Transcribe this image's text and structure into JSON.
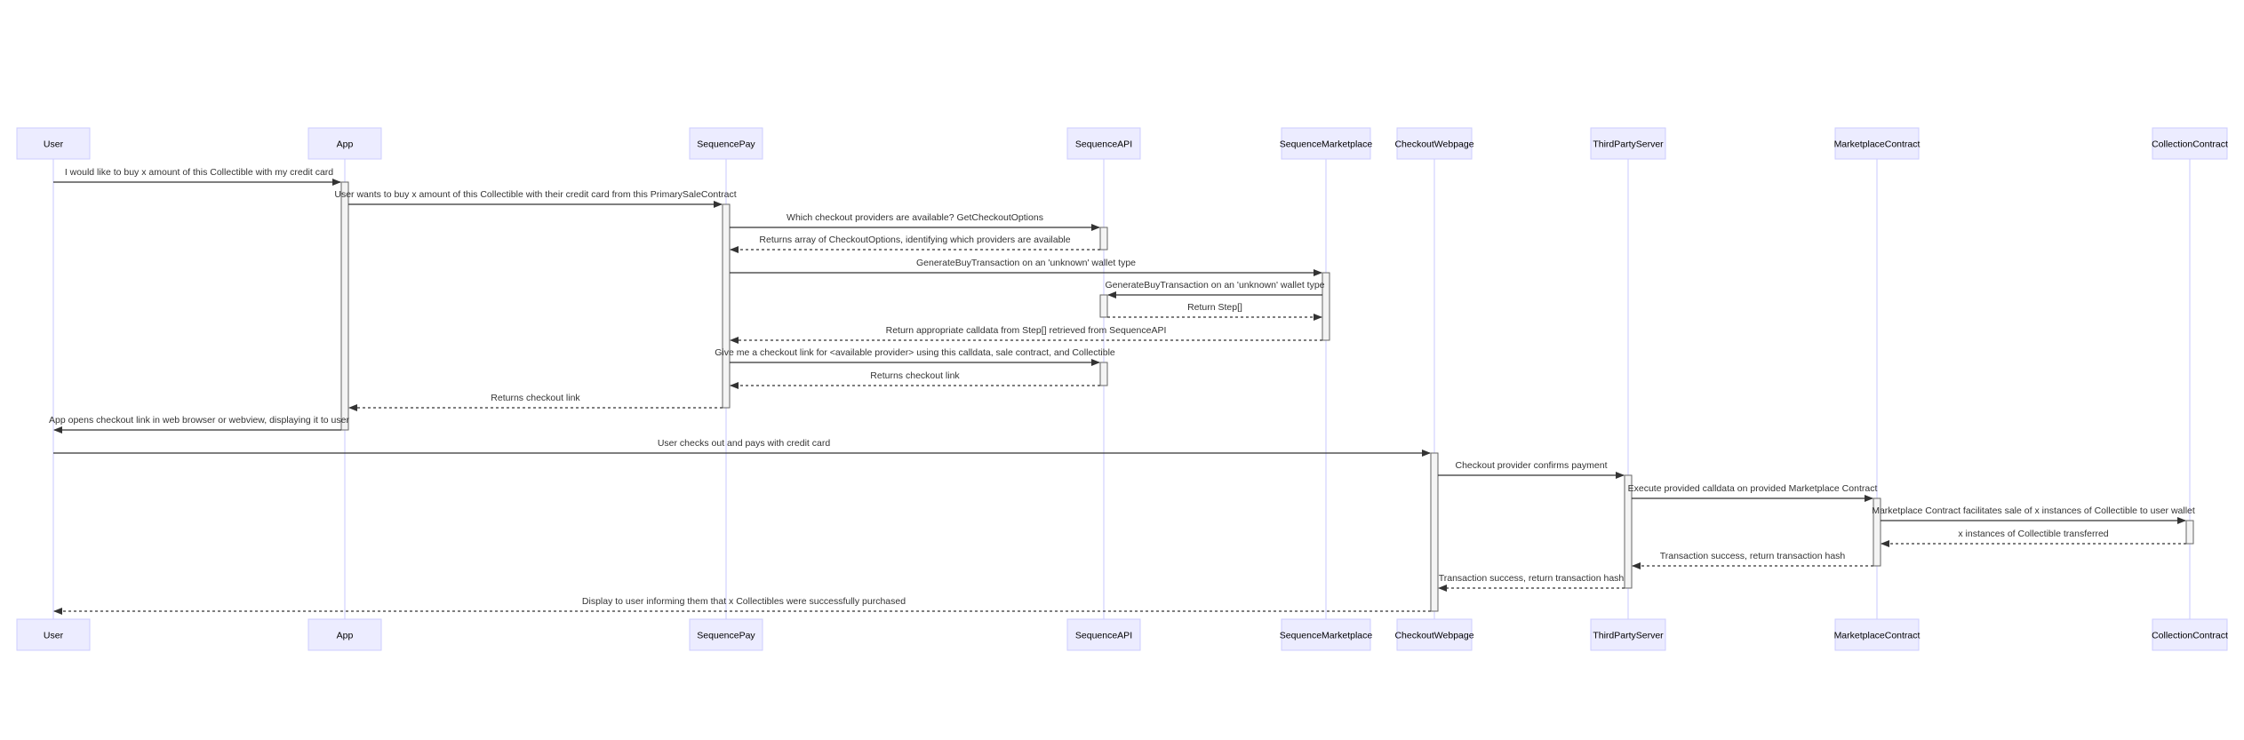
{
  "actors": [
    {
      "id": "user",
      "label": "User"
    },
    {
      "id": "app",
      "label": "App"
    },
    {
      "id": "seqpay",
      "label": "SequencePay"
    },
    {
      "id": "seqapi",
      "label": "SequenceAPI"
    },
    {
      "id": "seqmkt",
      "label": "SequenceMarketplace"
    },
    {
      "id": "checkout",
      "label": "CheckoutWebpage"
    },
    {
      "id": "third",
      "label": "ThirdPartyServer"
    },
    {
      "id": "mktcontract",
      "label": "MarketplaceContract"
    },
    {
      "id": "collcontract",
      "label": "CollectionContract"
    }
  ],
  "messages": [
    {
      "from": "user",
      "to": "app",
      "text": "I would like to buy x amount of this Collectible with my credit card",
      "dashed": false
    },
    {
      "from": "app",
      "to": "seqpay",
      "text": "User wants to buy x amount of this Collectible with their credit card from this PrimarySaleContract",
      "dashed": false
    },
    {
      "from": "seqpay",
      "to": "seqapi",
      "text": "Which checkout providers are available? GetCheckoutOptions",
      "dashed": false
    },
    {
      "from": "seqapi",
      "to": "seqpay",
      "text": "Returns array of CheckoutOptions, identifying which providers are available",
      "dashed": true
    },
    {
      "from": "seqpay",
      "to": "seqmkt",
      "text": "GenerateBuyTransaction on an 'unknown' wallet type",
      "dashed": false
    },
    {
      "from": "seqmkt",
      "to": "seqapi",
      "text": "GenerateBuyTransaction on an 'unknown' wallet type",
      "dashed": false
    },
    {
      "from": "seqapi",
      "to": "seqmkt",
      "text": "Return Step[]",
      "dashed": true
    },
    {
      "from": "seqmkt",
      "to": "seqpay",
      "text": "Return appropriate calldata from Step[] retrieved from SequenceAPI",
      "dashed": true
    },
    {
      "from": "seqpay",
      "to": "seqapi",
      "text": "Give me a checkout link for <available provider> using this calldata, sale contract, and Collectible",
      "dashed": false
    },
    {
      "from": "seqapi",
      "to": "seqpay",
      "text": "Returns checkout link",
      "dashed": true
    },
    {
      "from": "seqpay",
      "to": "app",
      "text": "Returns checkout link",
      "dashed": true
    },
    {
      "from": "app",
      "to": "user",
      "text": "App opens checkout link in web browser or webview, displaying it to user",
      "dashed": false
    },
    {
      "from": "user",
      "to": "checkout",
      "text": "User checks out and pays with credit card",
      "dashed": false
    },
    {
      "from": "checkout",
      "to": "third",
      "text": "Checkout provider confirms payment",
      "dashed": false
    },
    {
      "from": "third",
      "to": "mktcontract",
      "text": "Execute provided calldata on provided Marketplace Contract",
      "dashed": false
    },
    {
      "from": "mktcontract",
      "to": "collcontract",
      "text": "Marketplace Contract facilitates sale of x instances of Collectible to user wallet",
      "dashed": false
    },
    {
      "from": "collcontract",
      "to": "mktcontract",
      "text": "x instances of Collectible transferred",
      "dashed": true
    },
    {
      "from": "mktcontract",
      "to": "third",
      "text": "Transaction success, return transaction hash",
      "dashed": true
    },
    {
      "from": "third",
      "to": "checkout",
      "text": "Transaction success, return transaction hash",
      "dashed": true
    },
    {
      "from": "checkout",
      "to": "user",
      "text": "Display to user informing them that x Collectibles were successfully purchased",
      "dashed": true
    }
  ]
}
